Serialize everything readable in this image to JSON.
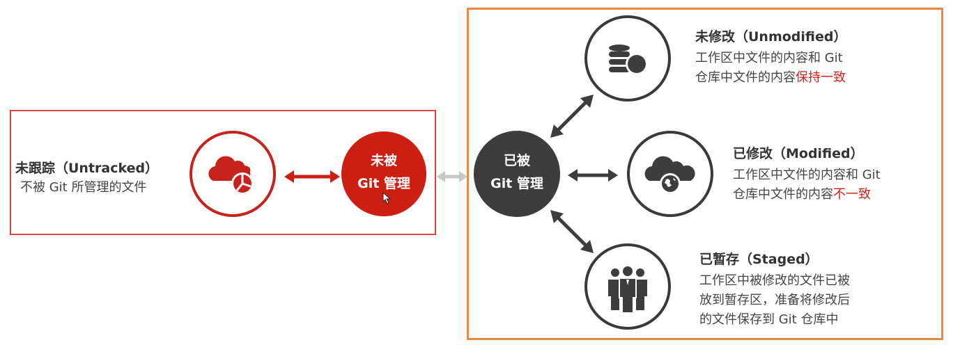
{
  "untracked": {
    "title": "未跟踪（Untracked）",
    "desc": "不被 Git 所管理的文件"
  },
  "not_managed": {
    "line1": "未被",
    "line2": "Git 管理"
  },
  "managed": {
    "line1": "已被",
    "line2": "Git 管理"
  },
  "unmodified": {
    "title": "未修改（Unmodified）",
    "desc_line1": "工作区中文件的内容和 Git",
    "desc_line2_prefix": "仓库中文件的内容",
    "desc_line2_highlight": "保持一致"
  },
  "modified": {
    "title": "已修改（Modified）",
    "desc_line1": "工作区中文件的内容和 Git",
    "desc_line2_prefix": "仓库中文件的内容",
    "desc_line2_highlight": "不一致"
  },
  "staged": {
    "title": "已暂存（Staged）",
    "desc_line1": "工作区中被修改的文件已被",
    "desc_line2": "放到暂存区，准备将修改后",
    "desc_line3": "的文件保存到 Git 仓库中"
  },
  "colors": {
    "red": "#cc1f12",
    "dark": "#3d3d3d",
    "highlight": "#d0221c",
    "red_box": "#e0403a",
    "orange_box": "#ea8a45"
  }
}
